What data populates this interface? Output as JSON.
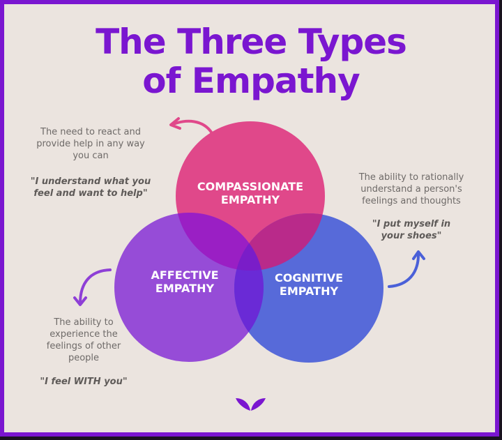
{
  "title": {
    "line1": "The Three Types",
    "line2": "of Empathy"
  },
  "colors": {
    "brand_purple": "#7a16d0",
    "background": "#ebe4df",
    "compassionate": "#e0488a",
    "affective": "#8e3fd6",
    "cognitive": "#4a60d8",
    "text_gray": "#6e6a68"
  },
  "types": [
    {
      "id": "compassionate",
      "label_line1": "COMPASSIONATE",
      "label_line2": "EMPATHY",
      "description": [
        "The need to react and",
        "provide help in any way",
        "you can"
      ],
      "quote": [
        "\"I understand what you",
        "feel and want to help\""
      ]
    },
    {
      "id": "affective",
      "label_line1": "AFFECTIVE",
      "label_line2": "EMPATHY",
      "description": [
        "The ability to",
        "experience the",
        "feelings of other",
        "people"
      ],
      "quote": [
        "\"I feel WITH you\""
      ]
    },
    {
      "id": "cognitive",
      "label_line1": "COGNITIVE",
      "label_line2": "EMPATHY",
      "description": [
        "The ability to rationally",
        "understand a person's",
        "feelings and thoughts"
      ],
      "quote": [
        "\"I put myself in",
        "your shoes\""
      ]
    }
  ],
  "icons": {
    "logo": "leaf-wings-logo",
    "arrows": [
      "curved-arrow-left",
      "curved-arrow-down",
      "curved-arrow-up"
    ]
  }
}
